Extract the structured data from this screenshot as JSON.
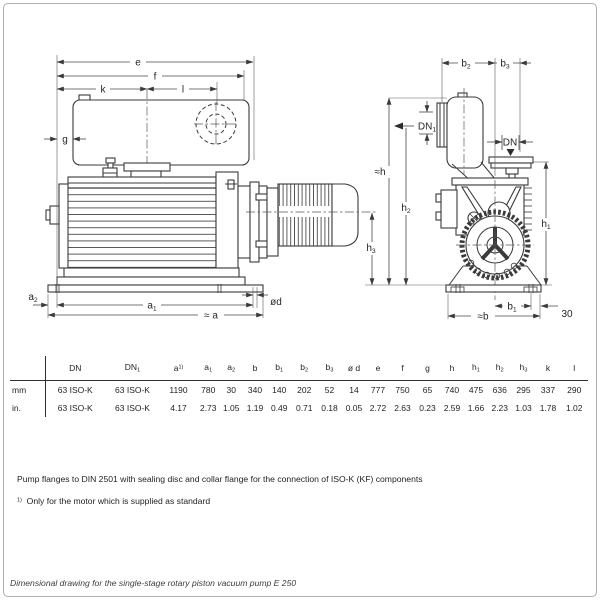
{
  "drawing": {
    "labels": {
      "e": "e",
      "f": "f",
      "k": "k",
      "l": "l",
      "g": "g",
      "a2": "a_2",
      "a1": "a_1",
      "approx_a": "≈ a",
      "dia_d": "ød",
      "b2": "b_2",
      "b3": "b_3",
      "dn1": "DN_1",
      "dn": "DN",
      "approx_h": "≈h",
      "h2": "h_2",
      "h1": "h_1",
      "h3": "h_3",
      "b1": "b_1",
      "approx_b": "≈b",
      "offset30": "30"
    }
  },
  "table": {
    "columns": [
      "DN",
      "DN_1",
      "a^1)",
      "a_1",
      "a_2",
      "b",
      "b_1",
      "b_2",
      "b_3",
      "ø d",
      "e",
      "f",
      "g",
      "h",
      "h_1",
      "h_2",
      "h_3",
      "k",
      "l"
    ],
    "rows": [
      {
        "unit": "mm",
        "values": [
          "63 ISO-K",
          "63 ISO-K",
          "1190",
          "780",
          "30",
          "340",
          "140",
          "202",
          "52",
          "14",
          "777",
          "750",
          "65",
          "740",
          "475",
          "636",
          "295",
          "337",
          "290"
        ]
      },
      {
        "unit": "in.",
        "values": [
          "63 ISO-K",
          "63 ISO-K",
          "4.17",
          "2.73",
          "1.05",
          "1.19",
          "0.49",
          "0.71",
          "0.18",
          "0.05",
          "2.72",
          "2.63",
          "0.23",
          "2.59",
          "1.66",
          "2.23",
          "1.03",
          "1.78",
          "1.02"
        ]
      }
    ]
  },
  "notes": {
    "flange_note": "Pump flanges to DIN 2501 with sealing disc and collar flange for the connection of ISO-K (KF) components",
    "footnote_marker": "1)",
    "footnote_text": "Only for the motor which is supplied as standard"
  },
  "caption": "Dimensional drawing for the single-stage rotary piston vacuum pump E 250"
}
